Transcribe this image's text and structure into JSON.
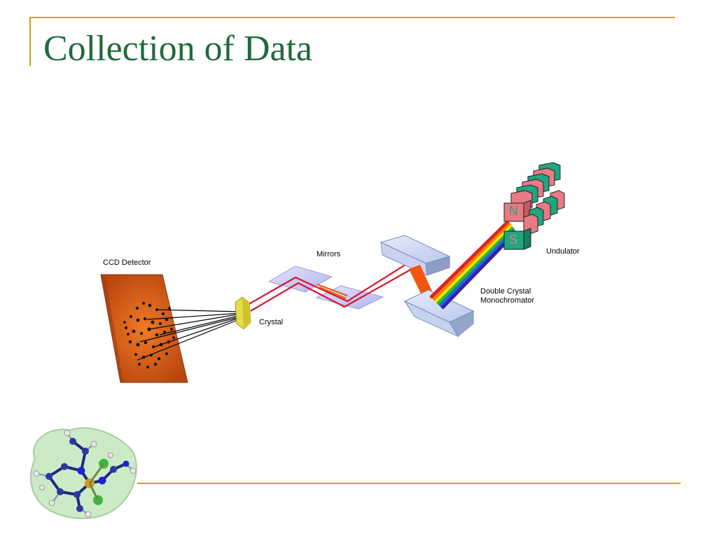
{
  "slide": {
    "title": "Collection of Data"
  },
  "labels": {
    "ccd_detector": "CCD Detector",
    "mirrors": "Mirrors",
    "crystal": "Crystal",
    "undulator": "Undulator",
    "monochromator_line1": "Double Crystal",
    "monochromator_line2": "Monochromator",
    "magnet_n": "N",
    "magnet_s": "S"
  },
  "colors": {
    "title": "#1e6b3a",
    "rule": "#d4a017",
    "detector": "#c8561a",
    "beam": "#d9162e",
    "crystal": "#e6dc48",
    "mirror": "#c5c5f2",
    "magnet_red": "#e87a86",
    "magnet_green": "#1fa680"
  }
}
